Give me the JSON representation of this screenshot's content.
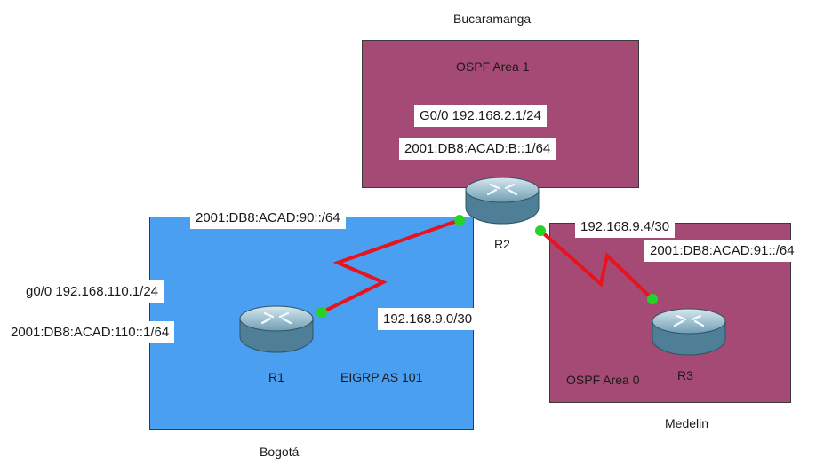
{
  "sites": {
    "bucaramanga": {
      "name": "Bucaramanga",
      "area": "OSPF Area 1"
    },
    "bogota": {
      "name": "Bogotá",
      "area": "EIGRP AS 101"
    },
    "medellin": {
      "name": "Medelin",
      "area": "OSPF Area 0"
    }
  },
  "routers": {
    "r1": {
      "name": "R1"
    },
    "r2": {
      "name": "R2"
    },
    "r3": {
      "name": "R3"
    }
  },
  "labels": {
    "r2_g0_ipv4": "G0/0 192.168.2.1/24",
    "r2_g0_ipv6": "2001:DB8:ACAD:B::1/64",
    "r1_r2_ipv6": "2001:DB8:ACAD:90::/64",
    "r1_g0_ipv4": "g0/0 192.168.110.1/24",
    "r1_g0_ipv6": "2001:DB8:ACAD:110::1/64",
    "r1_r2_ipv4": "192.168.9.0/30",
    "r2_r3_ipv4": "192.168.9.4/30",
    "r2_r3_ipv6": "2001:DB8:ACAD:91::/64"
  },
  "colors": {
    "ospf_area": "#a54a74",
    "eigrp_area": "#4a9ff0",
    "serial_link": "#e8131c",
    "link_status": "#27d227"
  }
}
